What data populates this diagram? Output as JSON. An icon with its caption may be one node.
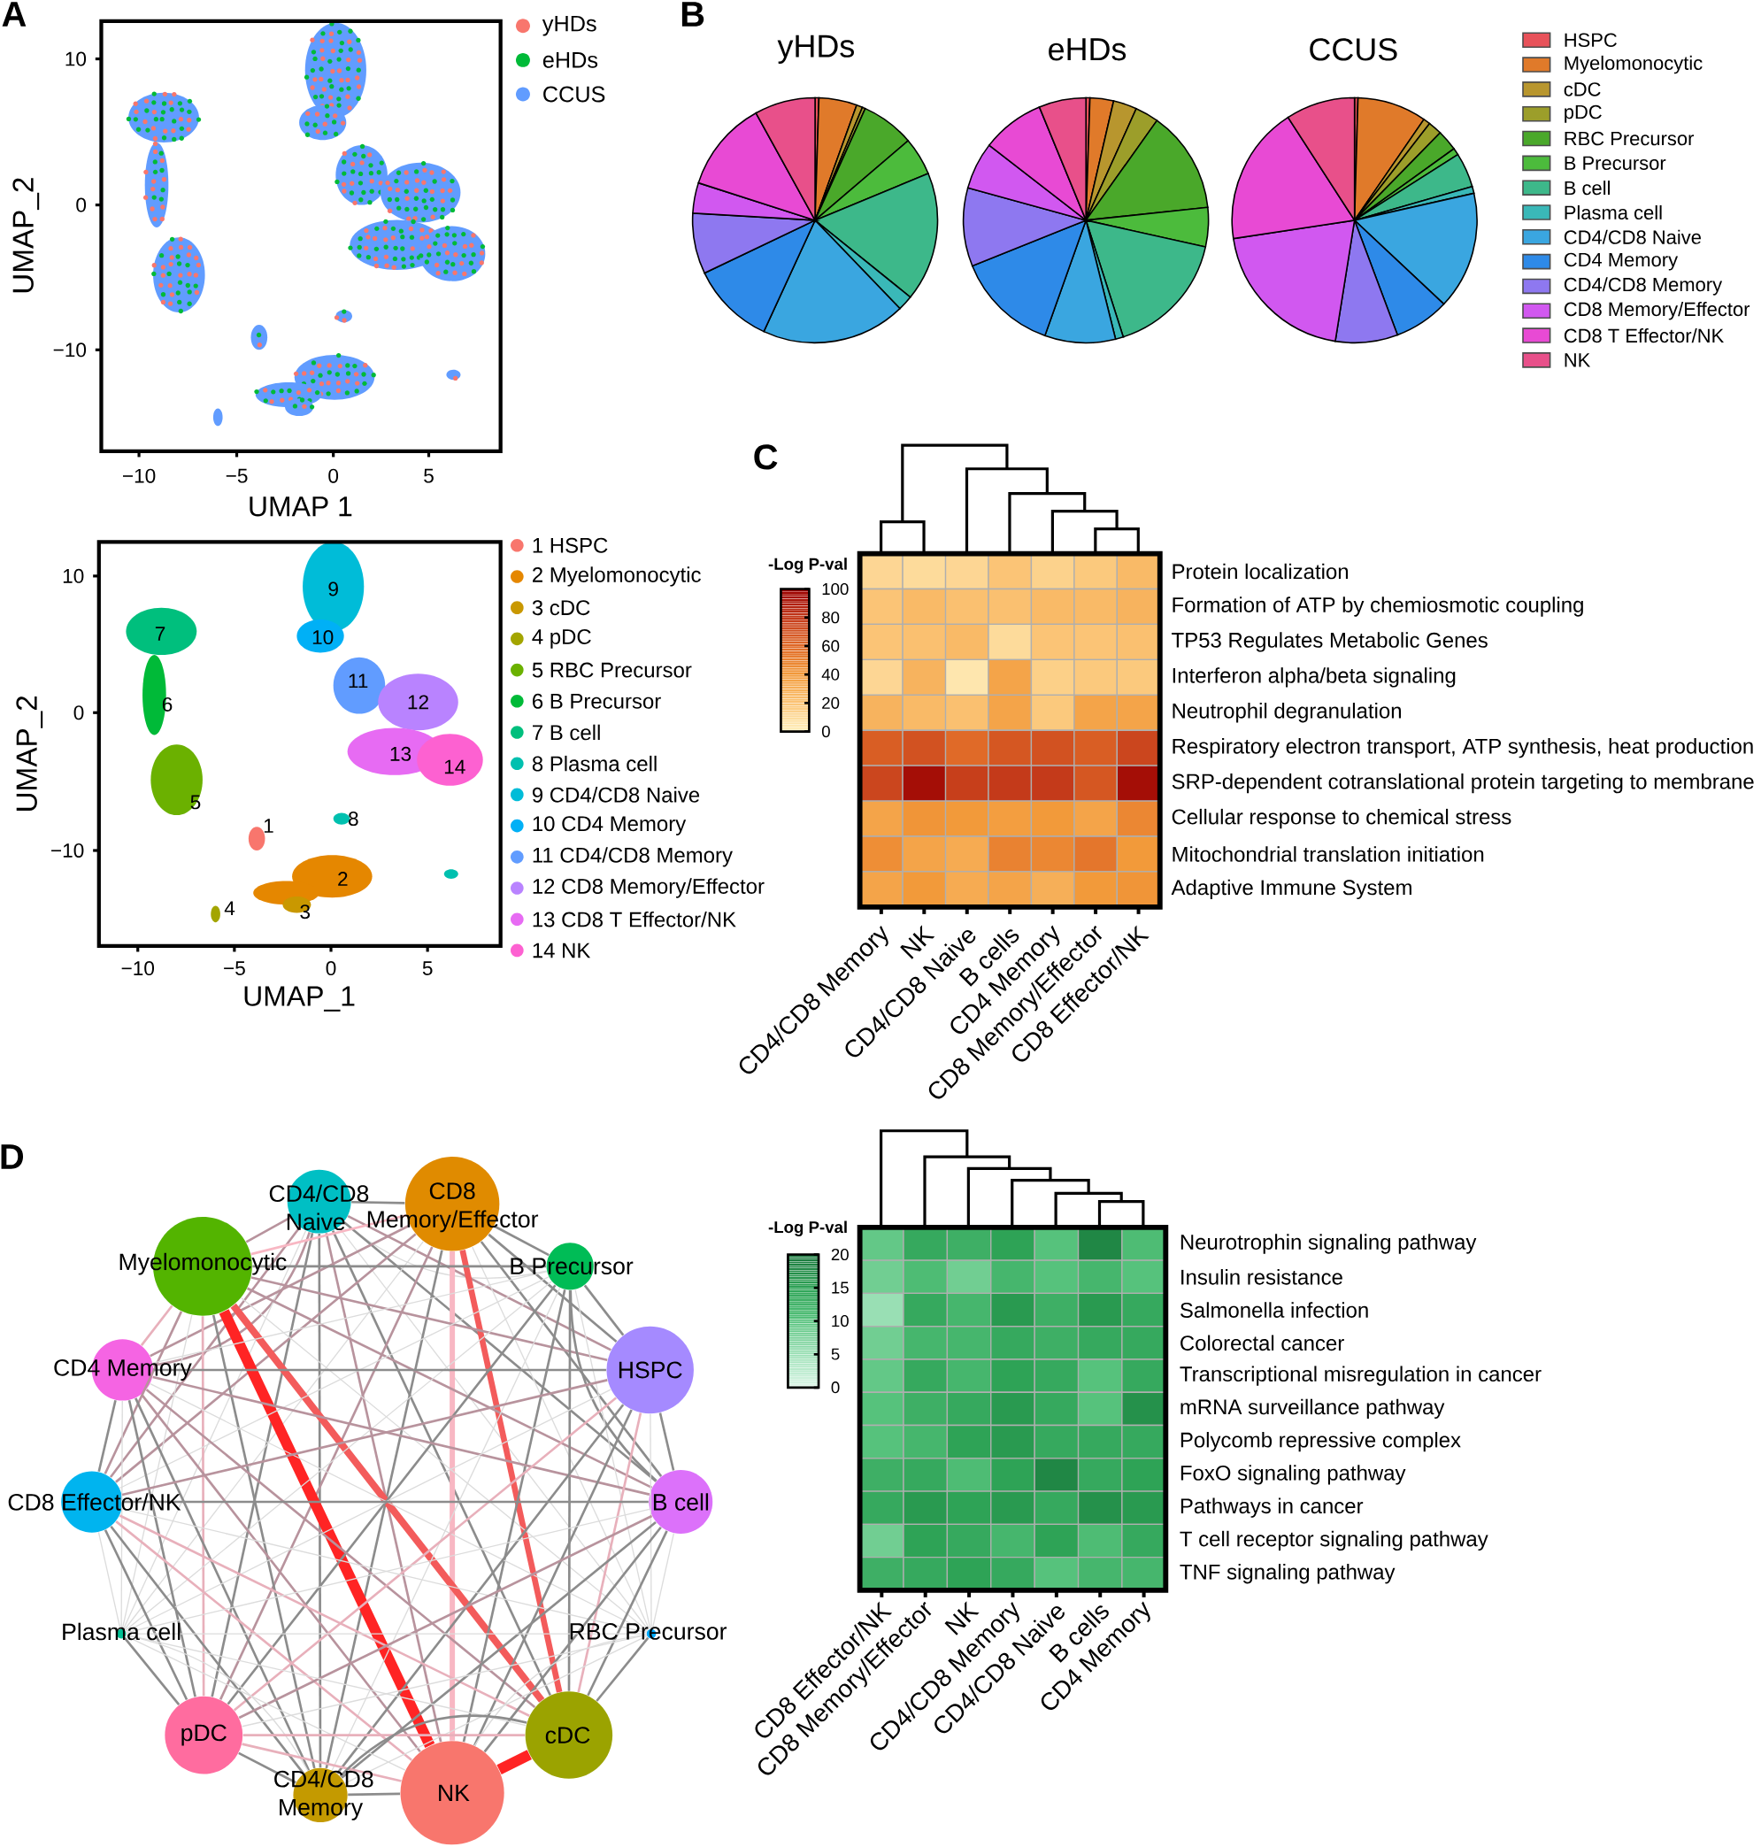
{
  "diagram": {
    "nodes": [
      {
        "text": [
          "CD4/CD8 Naive"
        ]
      },
      {
        "text": [
          "CD8 Memory/Effector"
        ]
      },
      {
        "text": [
          "Myelomonocytic"
        ]
      },
      {
        "text": [
          "B Precursor"
        ]
      },
      {
        "text": [
          "CD4 Memory"
        ]
      },
      {
        "text": [
          "HSPC"
        ]
      },
      {
        "text": [
          "CD8 Effector/NK"
        ]
      },
      {
        "text": [
          "B cell"
        ]
      },
      {
        "text": [
          "Plasma cell"
        ]
      },
      {
        "text": [
          "RBC Precursor"
        ]
      },
      {
        "text": [
          "pDC"
        ]
      },
      {
        "text": [
          "cDC"
        ]
      },
      {
        "text": [
          "NK"
        ]
      },
      {
        "text": [
          "CD4/CD8 Memory"
        ]
      }
    ],
    "edges": [
      {
        "from": 0,
        "to": 1,
        "arrow": "none"
      },
      {
        "from": 0,
        "to": 2,
        "arrow": "none",
        "color": "#b8939d"
      },
      {
        "from": 0,
        "to": 3,
        "arrow": "none",
        "color": "#dcdcdc"
      },
      {
        "from": 0,
        "to": 4,
        "arrow": "none",
        "color": "#b8939d"
      },
      {
        "from": 0,
        "to": 5,
        "arrow": "none",
        "color": "#b8939d"
      },
      {
        "from": 0,
        "to": 6,
        "arrow": "none",
        "color": "#b8939d"
      },
      {
        "from": 0,
        "to": 7,
        "arrow": "none"
      },
      {
        "from": 0,
        "to": 8,
        "arrow": "none",
        "color": "#dcdcdc"
      },
      {
        "from": 0,
        "to": 9,
        "arrow": "none",
        "color": "#dcdcdc"
      },
      {
        "from": 0,
        "to": 10,
        "arrow": "none"
      },
      {
        "from": 0,
        "to": 11,
        "arrow": "none"
      },
      {
        "from": 0,
        "to": 12,
        "arrow": "none",
        "color": "#b8939d"
      },
      {
        "from": 0,
        "to": 13,
        "arrow": "none"
      },
      {
        "from": 1,
        "to": 2,
        "arrow": "none",
        "color": "#f8b7c3"
      },
      {
        "from": 1,
        "to": 3,
        "arrow": "none"
      },
      {
        "from": 1,
        "to": 4,
        "arrow": "none",
        "color": "#b8939d"
      },
      {
        "from": 1,
        "to": 5,
        "arrow": "none"
      },
      {
        "from": 1,
        "to": 6,
        "arrow": "none",
        "color": "#b8939d"
      },
      {
        "from": 1,
        "to": 7,
        "arrow": "none"
      },
      {
        "from": 1,
        "to": 8,
        "arrow": "none",
        "color": "#dcdcdc"
      },
      {
        "from": 1,
        "to": 9,
        "arrow": "none",
        "color": "#dcdcdc"
      },
      {
        "from": 1,
        "to": 10,
        "arrow": "none",
        "color": "#b8939d"
      },
      {
        "from": 1,
        "to": 11,
        "arrow": "none",
        "style": "thick",
        "color": "#f35b5b"
      },
      {
        "from": 1,
        "to": 12,
        "arrow": "none",
        "style": "thick",
        "color": "#f8b7c3"
      },
      {
        "from": 1,
        "to": 13,
        "arrow": "none"
      },
      {
        "from": 2,
        "to": 3,
        "arrow": "none"
      },
      {
        "from": 2,
        "to": 4,
        "arrow": "none",
        "color": "#e8b0bb"
      },
      {
        "from": 2,
        "to": 5,
        "arrow": "none",
        "color": "#b8939d"
      },
      {
        "from": 2,
        "to": 6,
        "arrow": "none",
        "color": "#b8939d"
      },
      {
        "from": 2,
        "to": 7,
        "arrow": "none",
        "color": "#b8939d"
      },
      {
        "from": 2,
        "to": 8,
        "arrow": "none",
        "color": "#dcdcdc"
      },
      {
        "from": 2,
        "to": 9,
        "arrow": "none",
        "color": "#dcdcdc"
      },
      {
        "from": 2,
        "to": 10,
        "arrow": "none",
        "color": "#e8b0bb"
      },
      {
        "from": 2,
        "to": 11,
        "arrow": "none",
        "style": "thick",
        "color": "#f35b5b"
      },
      {
        "from": 2,
        "to": 12,
        "arrow": "none",
        "style": "thick",
        "color": "#ff2424"
      },
      {
        "from": 2,
        "to": 13,
        "arrow": "none"
      },
      {
        "from": 3,
        "to": 4,
        "arrow": "none",
        "color": "#dcdcdc"
      },
      {
        "from": 3,
        "to": 5,
        "arrow": "none"
      },
      {
        "from": 3,
        "to": 6,
        "arrow": "none",
        "color": "#dcdcdc"
      },
      {
        "from": 3,
        "to": 7,
        "arrow": "none"
      },
      {
        "from": 3,
        "to": 8,
        "arrow": "none",
        "color": "#dcdcdc"
      },
      {
        "from": 3,
        "to": 9,
        "arrow": "none",
        "color": "#dcdcdc"
      },
      {
        "from": 3,
        "to": 10,
        "arrow": "none"
      },
      {
        "from": 3,
        "to": 11,
        "arrow": "none"
      },
      {
        "from": 3,
        "to": 12,
        "arrow": "none"
      },
      {
        "from": 3,
        "to": 13,
        "arrow": "none",
        "color": "#dcdcdc"
      },
      {
        "from": 4,
        "to": 5,
        "arrow": "none"
      },
      {
        "from": 4,
        "to": 6,
        "arrow": "none"
      },
      {
        "from": 4,
        "to": 7,
        "arrow": "none",
        "color": "#b8939d"
      },
      {
        "from": 4,
        "to": 8,
        "arrow": "none",
        "color": "#dcdcdc"
      },
      {
        "from": 4,
        "to": 9,
        "arrow": "none",
        "color": "#dcdcdc"
      },
      {
        "from": 4,
        "to": 10,
        "arrow": "none"
      },
      {
        "from": 4,
        "to": 11,
        "arrow": "none",
        "color": "#b8939d"
      },
      {
        "from": 4,
        "to": 12,
        "arrow": "none",
        "color": "#b8939d"
      },
      {
        "from": 4,
        "to": 13,
        "arrow": "none"
      },
      {
        "from": 5,
        "to": 6,
        "arrow": "none",
        "color": "#b8939d"
      },
      {
        "from": 5,
        "to": 7,
        "arrow": "none"
      },
      {
        "from": 5,
        "to": 8,
        "arrow": "none",
        "color": "#dcdcdc"
      },
      {
        "from": 5,
        "to": 9,
        "arrow": "none",
        "color": "#dcdcdc"
      },
      {
        "from": 5,
        "to": 10,
        "arrow": "none",
        "color": "#e8b0bb"
      },
      {
        "from": 5,
        "to": 11,
        "arrow": "none",
        "color": "#e8b0bb"
      },
      {
        "from": 5,
        "to": 12,
        "arrow": "none"
      },
      {
        "from": 5,
        "to": 13,
        "arrow": "none"
      },
      {
        "from": 6,
        "to": 7,
        "arrow": "none"
      },
      {
        "from": 6,
        "to": 8,
        "arrow": "none",
        "color": "#dcdcdc"
      },
      {
        "from": 6,
        "to": 9,
        "arrow": "none",
        "color": "#dcdcdc"
      },
      {
        "from": 6,
        "to": 10,
        "arrow": "none"
      },
      {
        "from": 6,
        "to": 11,
        "arrow": "none",
        "color": "#e8b0bb"
      },
      {
        "from": 6,
        "to": 12,
        "arrow": "none",
        "color": "#e8b0bb"
      },
      {
        "from": 6,
        "to": 13,
        "arrow": "none"
      },
      {
        "from": 7,
        "to": 8,
        "arrow": "none",
        "color": "#dcdcdc"
      },
      {
        "from": 7,
        "to": 9,
        "arrow": "none",
        "color": "#dcdcdc"
      },
      {
        "from": 7,
        "to": 10,
        "arrow": "none",
        "color": "#b8939d"
      },
      {
        "from": 7,
        "to": 11,
        "arrow": "none"
      },
      {
        "from": 7,
        "to": 12,
        "arrow": "none"
      },
      {
        "from": 7,
        "to": 13,
        "arrow": "none"
      },
      {
        "from": 8,
        "to": 9,
        "arrow": "none",
        "color": "#dcdcdc"
      },
      {
        "from": 8,
        "to": 10,
        "arrow": "none"
      },
      {
        "from": 8,
        "to": 11,
        "arrow": "none",
        "color": "#dcdcdc"
      },
      {
        "from": 8,
        "to": 12,
        "arrow": "none",
        "color": "#dcdcdc"
      },
      {
        "from": 8,
        "to": 13,
        "arrow": "none",
        "color": "#dcdcdc"
      },
      {
        "from": 9,
        "to": 10,
        "arrow": "none",
        "color": "#dcdcdc"
      },
      {
        "from": 9,
        "to": 11,
        "arrow": "none"
      },
      {
        "from": 9,
        "to": 12,
        "arrow": "none",
        "color": "#dcdcdc"
      },
      {
        "from": 9,
        "to": 13,
        "arrow": "none",
        "color": "#dcdcdc"
      },
      {
        "from": 10,
        "to": 11,
        "arrow": "none",
        "color": "#e8b0bb"
      },
      {
        "from": 10,
        "to": 12,
        "arrow": "none",
        "color": "#e8b0bb"
      },
      {
        "from": 10,
        "to": 13,
        "arrow": "none"
      },
      {
        "from": 11,
        "to": 12,
        "arrow": "none",
        "style": "thick",
        "color": "#ff2424"
      },
      {
        "from": 11,
        "to": 13,
        "arrow": "none"
      },
      {
        "from": 12,
        "to": 13,
        "arrow": "none"
      }
    ],
    "labels": [
      "A",
      "10",
      "0",
      "−10",
      "UMAP_2",
      "−10",
      "−5",
      "0",
      "5",
      "UMAP 1",
      "B",
      "yHDs",
      "eHDs",
      "CCUS",
      "10",
      "0",
      "−10",
      "UMAP_2",
      "9",
      "7",
      "10",
      "11",
      "6",
      "12",
      "13",
      "14",
      "5",
      "1",
      "8",
      "2",
      "4",
      "3",
      "−10",
      "−5",
      "0",
      "5",
      "UMAP_1",
      "C",
      "-Log P-val",
      "100",
      "80",
      "60",
      "40",
      "20",
      "0",
      "Protein localization",
      "Formation of ATP by chemiosmotic coupling",
      "TP53 Regulates Metabolic Genes",
      "Interferon alpha/beta signaling",
      "Neutrophil degranulation",
      "Respiratory electron transport, ATP synthesis, heat production",
      "SRP-dependent cotranslational protein targeting to membrane",
      "Cellular response to chemical stress",
      "Mitochondrial translation initiation",
      "Adaptive Immune System",
      "CD4/CD8 Memory",
      "NK",
      "CD4/CD8 Naive",
      "B cells",
      "CD4 Memory",
      "CD8 Memory/Effector",
      "CD8 Effector/NK",
      "D",
      "-Log P-val",
      "20",
      "15",
      "10",
      "5",
      "0",
      "Neurotrophin signaling pathway",
      "Insulin resistance",
      "Salmonella infection",
      "Colorectal cancer",
      "Transcriptional misregulation in cancer",
      "mRNA surveillance pathway",
      "Polycomb repressive complex",
      "FoxO signaling pathway",
      "Pathways in cancer",
      "T cell receptor signaling pathway",
      "TNF signaling pathway",
      "CD8 Effector/NK",
      "CD8 Memory/Effector",
      "NK",
      "CD4/CD8 Memory",
      "CD4/CD8 Naive",
      "B cells",
      "CD4 Memory"
    ],
    "legend": [
      {
        "text": "yHDs",
        "color": "#f8766d"
      },
      {
        "text": "eHDs",
        "color": "#00ba38"
      },
      {
        "text": "CCUS",
        "color": "#619cff"
      },
      {
        "text": "1 HSPC",
        "color": "#f8766d"
      },
      {
        "text": "2 Myelomonocytic",
        "color": "#e58700"
      },
      {
        "text": "3 cDC",
        "color": "#c99800"
      },
      {
        "text": "4 pDC",
        "color": "#a3a500"
      },
      {
        "text": "5 RBC Precursor",
        "color": "#6bb100"
      },
      {
        "text": "6 B Precursor",
        "color": "#00ba38"
      },
      {
        "text": "7 B cell",
        "color": "#00bf7d"
      },
      {
        "text": "8 Plasma cell",
        "color": "#00c0af"
      },
      {
        "text": "9 CD4/CD8 Naive",
        "color": "#00bcd8"
      },
      {
        "text": "10 CD4 Memory",
        "color": "#00b0f6"
      },
      {
        "text": "11 CD4/CD8 Memory",
        "color": "#619cff"
      },
      {
        "text": "12 CD8 Memory/Effector",
        "color": "#b983ff"
      },
      {
        "text": "13 CD8 T Effector/NK",
        "color": "#e76bf3"
      },
      {
        "text": "14 NK",
        "color": "#fd61d1"
      },
      {
        "text": "HSPC",
        "color": "#e8525a"
      },
      {
        "text": "Myelomonocytic",
        "color": "#e07a2a"
      },
      {
        "text": "cDC",
        "color": "#b8962e"
      },
      {
        "text": "pDC",
        "color": "#9c9e2a"
      },
      {
        "text": "RBC Precursor",
        "color": "#4aa82a"
      },
      {
        "text": "B Precursor",
        "color": "#4cbb3c"
      },
      {
        "text": "B cell",
        "color": "#3db88a"
      },
      {
        "text": "Plasma cell",
        "color": "#3ab8b8"
      },
      {
        "text": "CD4/CD8 Naive",
        "color": "#3aa6e0"
      },
      {
        "text": "CD4 Memory",
        "color": "#2e8ae8"
      },
      {
        "text": "CD4/CD8 Memory",
        "color": "#8e78f0"
      },
      {
        "text": "CD8 Memory/Effector",
        "color": "#d158f0"
      },
      {
        "text": "CD8 T Effector/NK",
        "color": "#e84ad4"
      },
      {
        "text": "NK",
        "color": "#e8508a"
      }
    ]
  }
}
